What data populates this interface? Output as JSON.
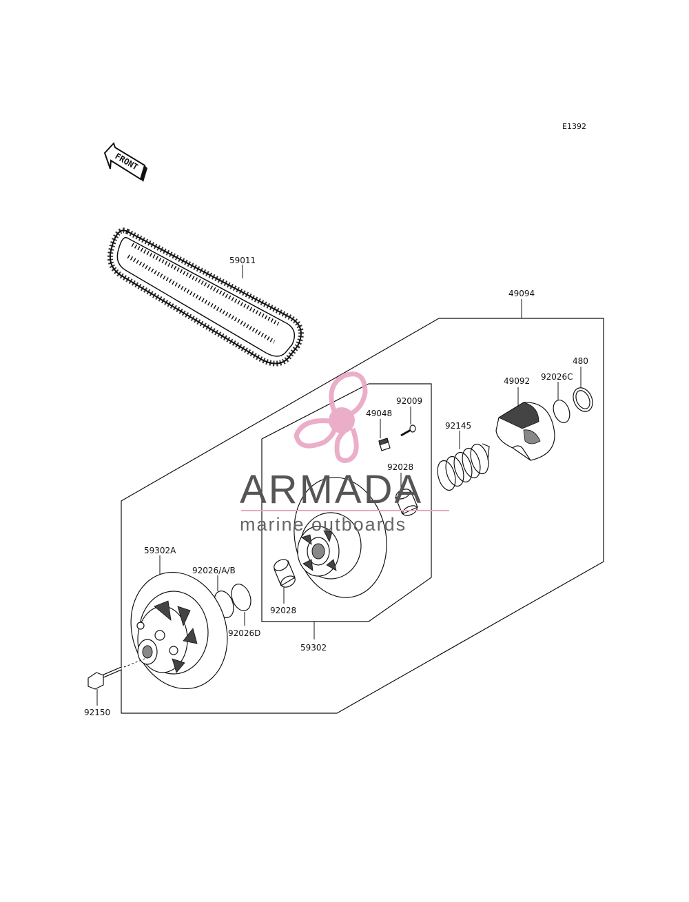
{
  "diagram_code": "E1392",
  "front_label": "FRONT",
  "watermark": {
    "brand": "ARMADA",
    "tagline": "marine outboards",
    "brand_color": "#e9a6c4"
  },
  "parts": {
    "belt": "59011",
    "assembly": "49094",
    "spring": "92145",
    "cam": "49092",
    "washer_c": "92026C",
    "circlip": "480",
    "screw": "92009",
    "slider": "49048",
    "bushing_upper": "92028",
    "bushing_lower": "92028",
    "movable_sheave": "59302",
    "fixed_sheave": "59302A",
    "washer_ab": "92026/A/B",
    "washer_d": "92026D",
    "bolt": "92150"
  }
}
